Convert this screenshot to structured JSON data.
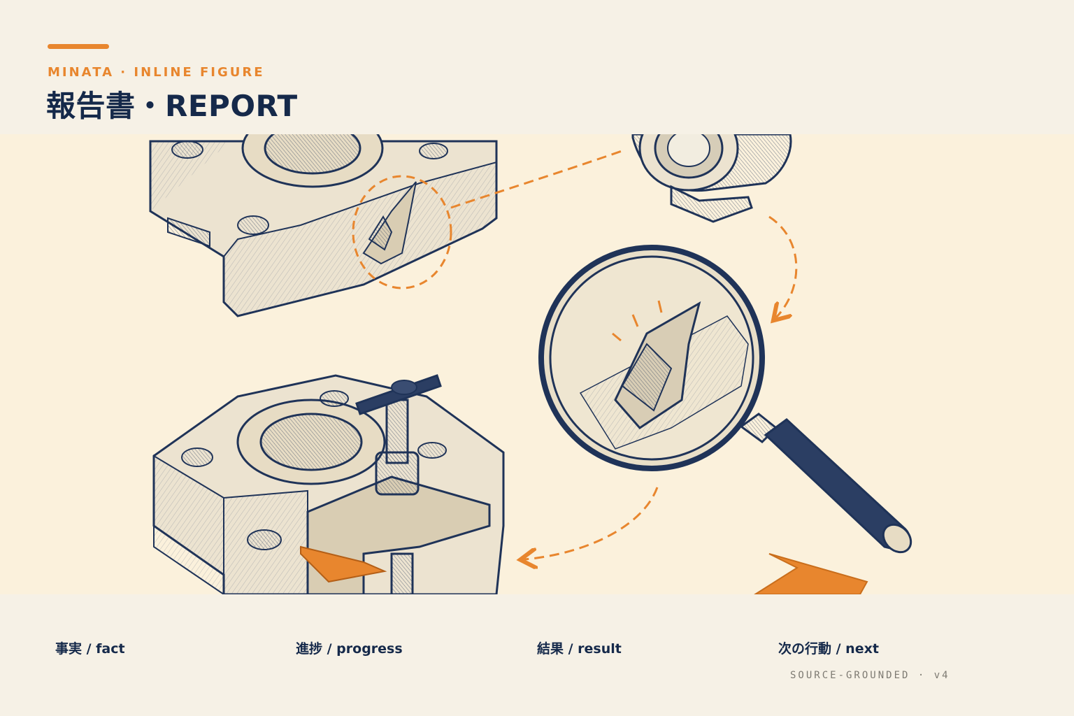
{
  "header": {
    "eyebrow": "MINATA · INLINE FIGURE",
    "title": "報告書・REPORT"
  },
  "figure": {
    "subject": "pencil-sketch illustration of a machined flange block with a chipped edge, a camera lens, a magnifying glass inspecting the chip, and the block held in a clamp, linked by dashed orange arrows"
  },
  "footer": {
    "steps": [
      {
        "label": "事実 / fact"
      },
      {
        "label": "進捗 / progress"
      },
      {
        "label": "結果 / result"
      },
      {
        "label": "次の行動 / next"
      }
    ],
    "credit": "SOURCE-GROUNDED · v4"
  },
  "colors": {
    "accent": "#e8862e",
    "ink": "#15294a",
    "paper": "#fbf1dc",
    "page": "#f6f1e6",
    "muted": "#7d7a72"
  }
}
